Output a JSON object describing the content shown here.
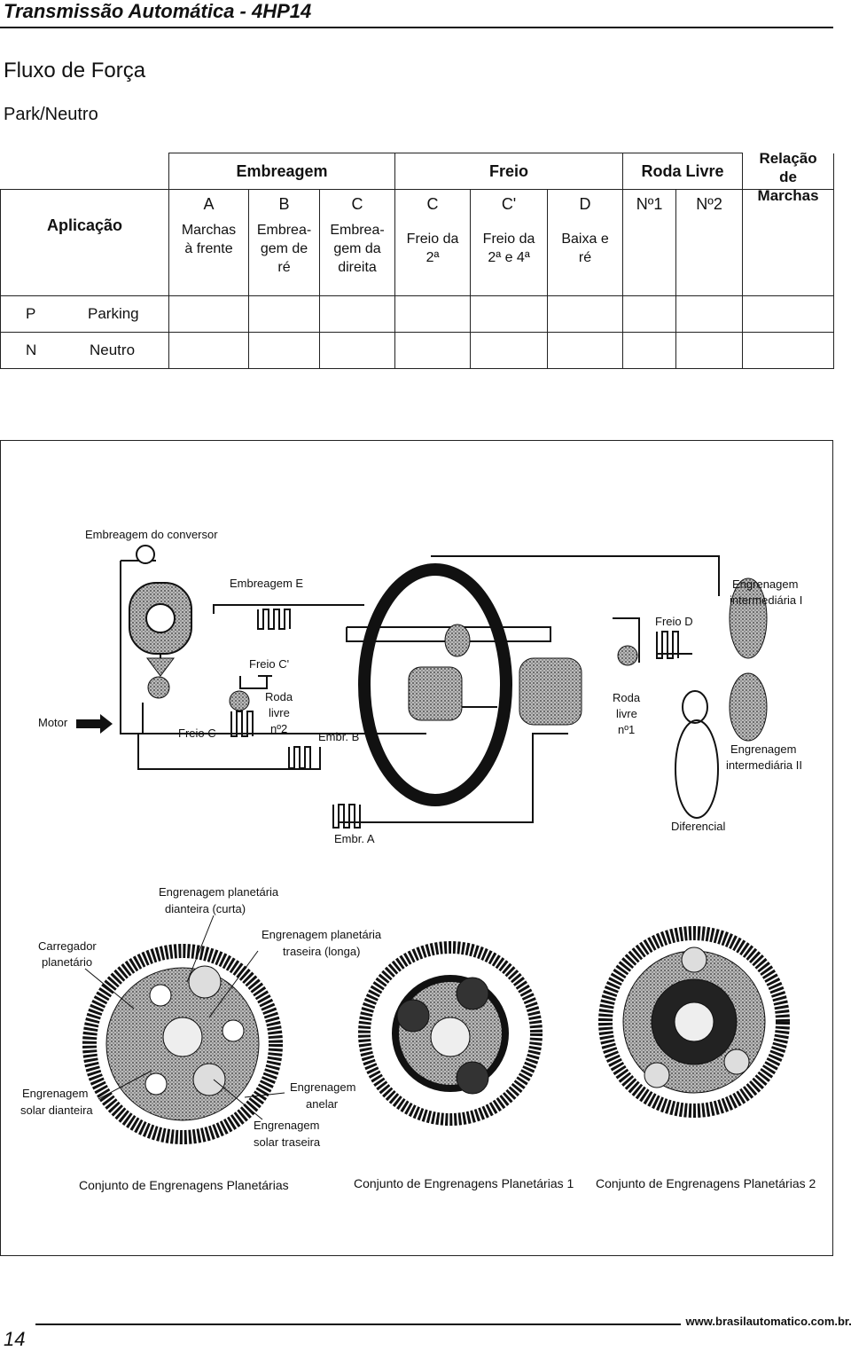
{
  "header": {
    "title": "Transmissão Automática - 4HP14"
  },
  "section": {
    "title": "Fluxo de Força",
    "subtitle": "Park/Neutro"
  },
  "table": {
    "aplicacao": "Aplicação",
    "groups": {
      "embreagem": "Embreagem",
      "freio": "Freio",
      "roda_livre": "Roda Livre"
    },
    "relacao": [
      "Relação",
      "de",
      "Marchas"
    ],
    "columns": [
      {
        "code": "A",
        "desc": [
          "Marchas",
          "à frente"
        ]
      },
      {
        "code": "B",
        "desc": [
          "Embrea-",
          "gem de",
          "ré"
        ]
      },
      {
        "code": "C",
        "desc": [
          "Embrea-",
          "gem da",
          "direita"
        ]
      },
      {
        "code": "C",
        "desc": [
          "Freio da",
          "2ª"
        ]
      },
      {
        "code": "C'",
        "desc": [
          "Freio da",
          "2ª e 4ª"
        ]
      },
      {
        "code": "D",
        "desc": [
          "Baixa e",
          "ré"
        ]
      },
      {
        "code": "Nº1",
        "desc": []
      },
      {
        "code": "Nº2",
        "desc": []
      }
    ],
    "rows": [
      {
        "key": "P",
        "name": "Parking"
      },
      {
        "key": "N",
        "name": "Neutro"
      }
    ]
  },
  "diagram": {
    "labels": {
      "embreagem_conversor": "Embreagem do conversor",
      "embreagem_e": "Embreagem E",
      "engrenagem_inter_1": [
        "Engrenagem",
        "intermediária I"
      ],
      "freio_d": "Freio D",
      "freio_c_prime": "Freio C'",
      "motor": "Motor",
      "freio_c": "Freio C",
      "roda_livre_2": [
        "Roda",
        "livre",
        "nº2"
      ],
      "embr_b": "Embr. B",
      "roda_livre_1": [
        "Roda",
        "livre",
        "nº1"
      ],
      "engrenagem_inter_2": [
        "Engrenagem",
        "intermediária II"
      ],
      "embr_a": "Embr. A",
      "diferencial": "Diferencial",
      "planetaria_dianteira": [
        "Engrenagem planetária",
        "dianteira (curta)"
      ],
      "carregador": [
        "Carregador",
        "planetário"
      ],
      "planetaria_traseira": [
        "Engrenagem planetária",
        "traseira (longa)"
      ],
      "solar_dianteira": [
        "Engrenagem",
        "solar dianteira"
      ],
      "anelar": [
        "Engrenagem",
        "anelar"
      ],
      "solar_traseira": [
        "Engrenagem",
        "solar traseira"
      ]
    },
    "captions": [
      "Conjunto de Engrenagens Planetárias",
      "Conjunto de Engrenagens Planetárias 1",
      "Conjunto de Engrenagens Planetárias 2"
    ]
  },
  "footer": {
    "url": "www.brasilautomatico.com.br",
    "page": "14"
  }
}
